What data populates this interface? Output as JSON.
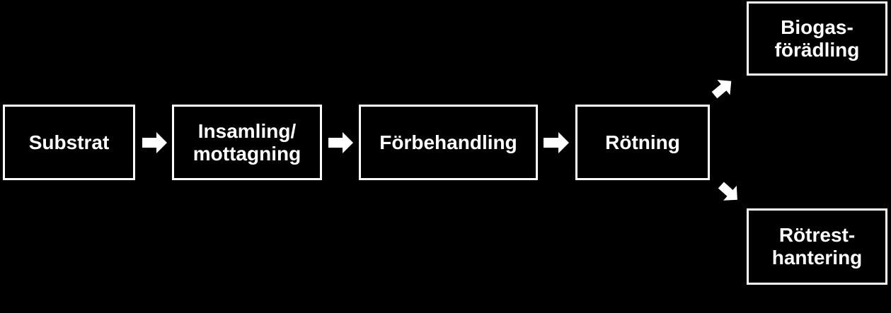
{
  "diagram": {
    "background": "#000000",
    "foreground": "#ffffff",
    "boxes": {
      "substrat": "Substrat",
      "insamling": "Insamling/\nmottagning",
      "forbehandling": "Förbehandling",
      "rotning": "Rötning",
      "biogas": "Biogas-\nförädling",
      "rotrest": "Rötrest-\nhantering"
    },
    "arrows": [
      {
        "from": "substrat",
        "to": "insamling"
      },
      {
        "from": "insamling",
        "to": "forbehandling"
      },
      {
        "from": "forbehandling",
        "to": "rotning"
      },
      {
        "from": "rotning",
        "to": "biogas"
      },
      {
        "from": "rotning",
        "to": "rotrest"
      }
    ]
  }
}
